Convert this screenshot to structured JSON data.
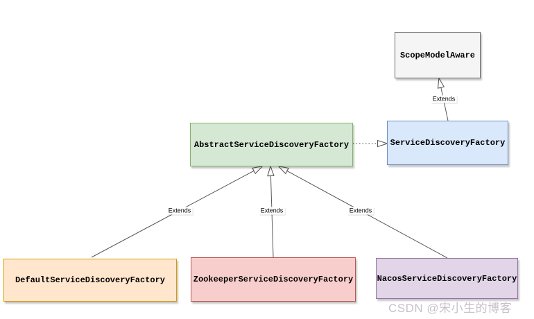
{
  "diagram": {
    "type": "uml-class-diagram",
    "nodes": [
      {
        "id": "scope-model-aware",
        "label": "ScopeModelAware",
        "fill": "#f5f5f5",
        "stroke": "#666666"
      },
      {
        "id": "abstract-service-discovery-factory",
        "label": "AbstractServiceDiscoveryFactory",
        "fill": "#d5e8d4",
        "stroke": "#82b366"
      },
      {
        "id": "service-discovery-factory",
        "label": "ServiceDiscoveryFactory",
        "fill": "#dae8fc",
        "stroke": "#6c8ebf"
      },
      {
        "id": "default-service-discovery-factory",
        "label": "DefaultServiceDiscoveryFactory",
        "fill": "#ffe6cc",
        "stroke": "#d79b00"
      },
      {
        "id": "zookeeper-service-discovery-factory",
        "label": "ZookeeperServiceDiscoveryFactory",
        "fill": "#f8cecc",
        "stroke": "#b85450"
      },
      {
        "id": "nacos-service-discovery-factory",
        "label": "NacosServiceDiscoveryFactory",
        "fill": "#e1d5e7",
        "stroke": "#9673a6"
      }
    ],
    "edges": [
      {
        "from": "ServiceDiscoveryFactory",
        "to": "ScopeModelAware",
        "label": "Extends",
        "style": "solid",
        "arrow": "hollow-triangle"
      },
      {
        "from": "AbstractServiceDiscoveryFactory",
        "to": "ServiceDiscoveryFactory",
        "label": "",
        "style": "dotted",
        "arrow": "hollow-triangle"
      },
      {
        "from": "DefaultServiceDiscoveryFactory",
        "to": "AbstractServiceDiscoveryFactory",
        "label": "Extends",
        "style": "solid",
        "arrow": "hollow-triangle"
      },
      {
        "from": "ZookeeperServiceDiscoveryFactory",
        "to": "AbstractServiceDiscoveryFactory",
        "label": "Extends",
        "style": "solid",
        "arrow": "hollow-triangle"
      },
      {
        "from": "NacosServiceDiscoveryFactory",
        "to": "AbstractServiceDiscoveryFactory",
        "label": "Extends",
        "style": "solid",
        "arrow": "hollow-triangle"
      }
    ],
    "line_color": "#595959"
  },
  "watermark": {
    "text": "CSDN @宋小生的博客",
    "color": "#c8c1cc"
  }
}
